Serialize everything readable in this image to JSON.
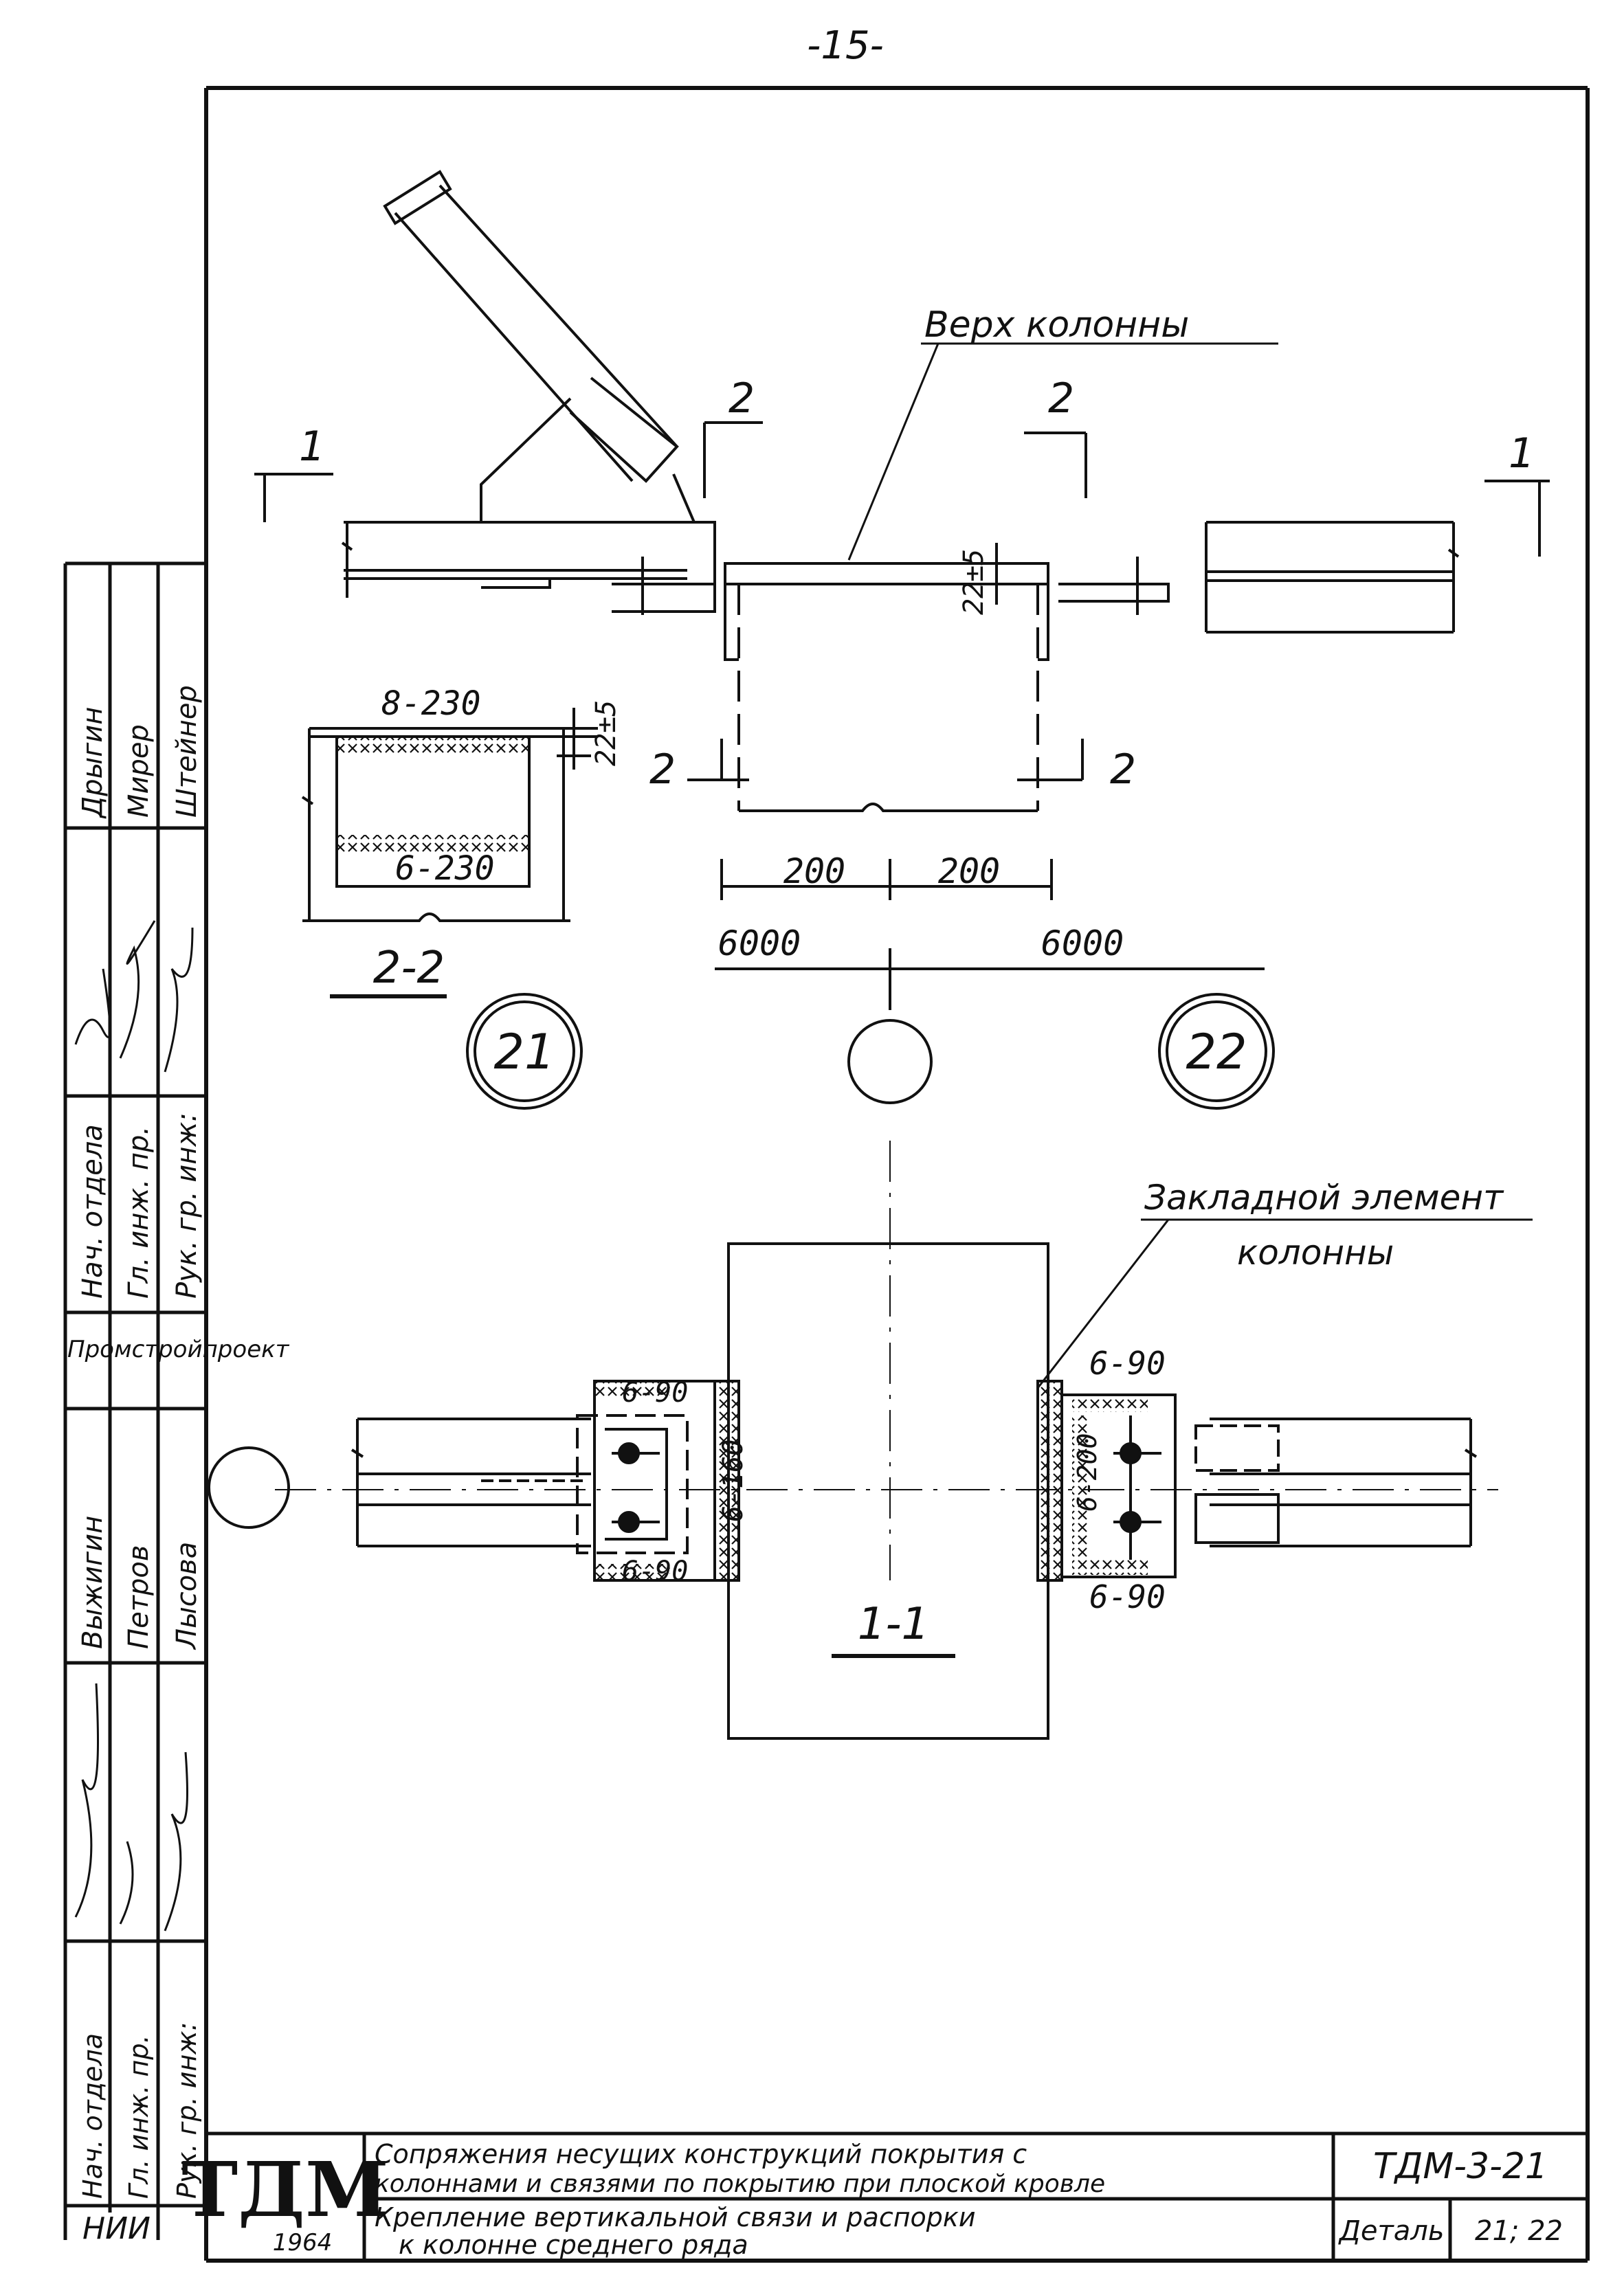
{
  "page_number": "-15-",
  "top_view": {
    "top_label": "Верх колонны",
    "cut_1_left": "1",
    "cut_1_right": "1",
    "cut_2_top_left": "2",
    "cut_2_top_right": "2",
    "cut_2_bot_left": "2",
    "cut_2_bot_right": "2",
    "tolerance": "22±5",
    "dim_left": "200",
    "dim_right": "200",
    "axis_left": "6000",
    "axis_right": "6000"
  },
  "section_2_2": {
    "weld_top": "8-230",
    "weld_bottom": "6-230",
    "tolerance": "22±5",
    "title": "2-2"
  },
  "detail_markers": {
    "left": "21",
    "right": "22"
  },
  "plan_view": {
    "embedded_label_1": "Закладной элемент",
    "embedded_label_2": "колонны",
    "weld_left_top": "6-90",
    "weld_left_bottom": "6-90",
    "weld_left_vertical": "6-160",
    "weld_right_top": "6-90",
    "weld_right_bottom": "6-90",
    "weld_right_vertical": "6-200",
    "section_title": "1-1"
  },
  "side_stamp": {
    "block1_roles": [
      "Нач. отдела",
      "Гл. инж. пр.",
      "Рук. гр. инж:"
    ],
    "block1_names": [
      "Дрыгин",
      "Мирер",
      "Штейнер"
    ],
    "org": "Промстройпроект",
    "block2_roles": [
      "Нач. отдела",
      "Гл. инж. пр.",
      "Рук. гр. инж:"
    ],
    "block2_names": [
      "Выжигин",
      "Петров",
      "Лысова"
    ],
    "bottom_fragment": "НИИ"
  },
  "title_block": {
    "logo": "ТДМ",
    "year": "1964",
    "series_title_1": "Сопряжения несущих конструкций покрытия с",
    "series_title_2": "колоннами и связями по покрытию при плоской кровле",
    "sheet_title_1": "Крепление вертикальной связи и распорки",
    "sheet_title_2": "к колонне среднего ряда",
    "code": "ТДМ-3-21",
    "detail_label": "Деталь",
    "detail_numbers": "21; 22"
  }
}
